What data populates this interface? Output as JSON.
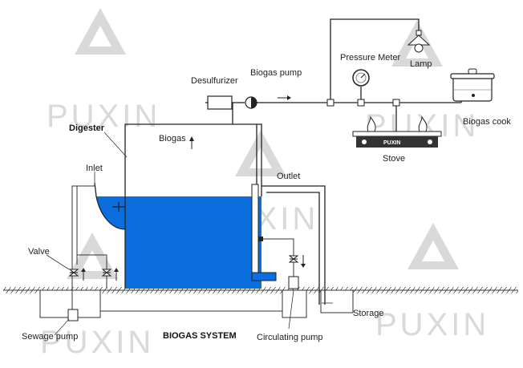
{
  "colors": {
    "water": "#0a6ede",
    "watermark": "#d9d9d9",
    "line": "#222222"
  },
  "watermark": {
    "text": "PUXIN",
    "logo_icon": "puxin-triangle-logo-icon"
  },
  "labels": {
    "digester": "Digester",
    "inlet": "Inlet",
    "valve": "Valve",
    "sewage_pump": "Sewage pump",
    "system_title": "BIOGAS SYSTEM",
    "circulating_pump": "Circulating pump",
    "storage": "Storage",
    "outlet": "Outlet",
    "biogas": "Biogas",
    "desulfurizer": "Desulfurizer",
    "biogas_pump": "Biogas pump",
    "pressure_meter": "Pressure Meter",
    "lamp": "Lamp",
    "biogas_cook": "Biogas cook",
    "stove": "Stove",
    "stove_brand": "PUXIN"
  }
}
